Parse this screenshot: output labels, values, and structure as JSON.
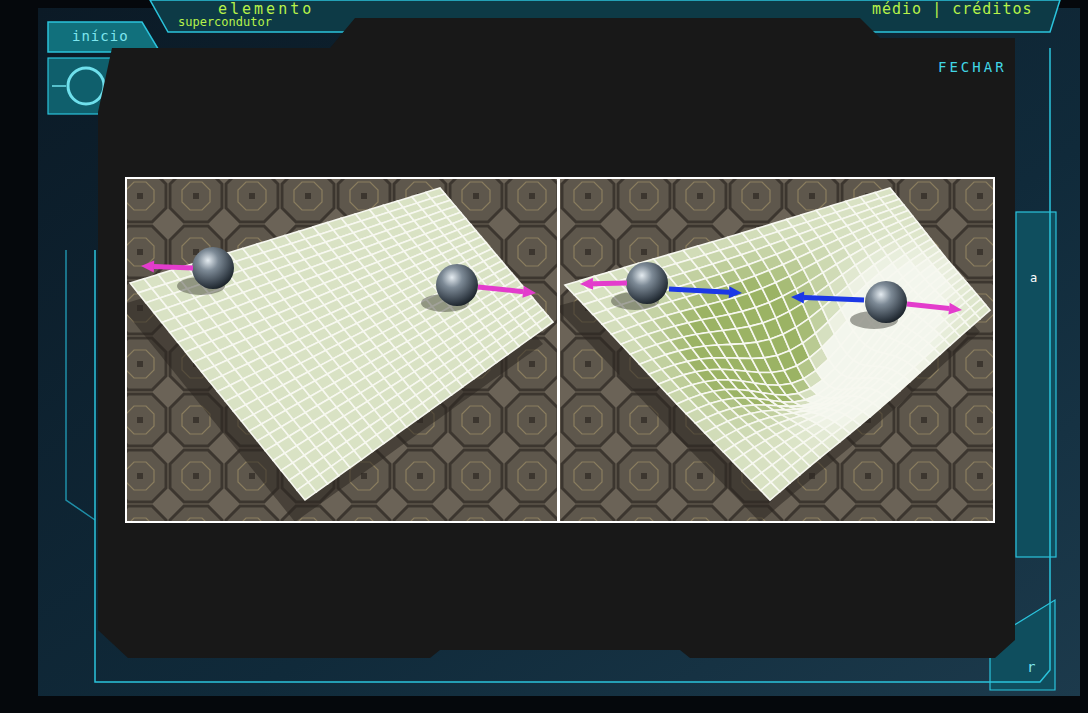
{
  "diagram": {
    "labels": [
      "início",
      "elemento",
      "supercondutor",
      "médio | créditos",
      "FECHAR",
      "a",
      "r"
    ]
  }
}
